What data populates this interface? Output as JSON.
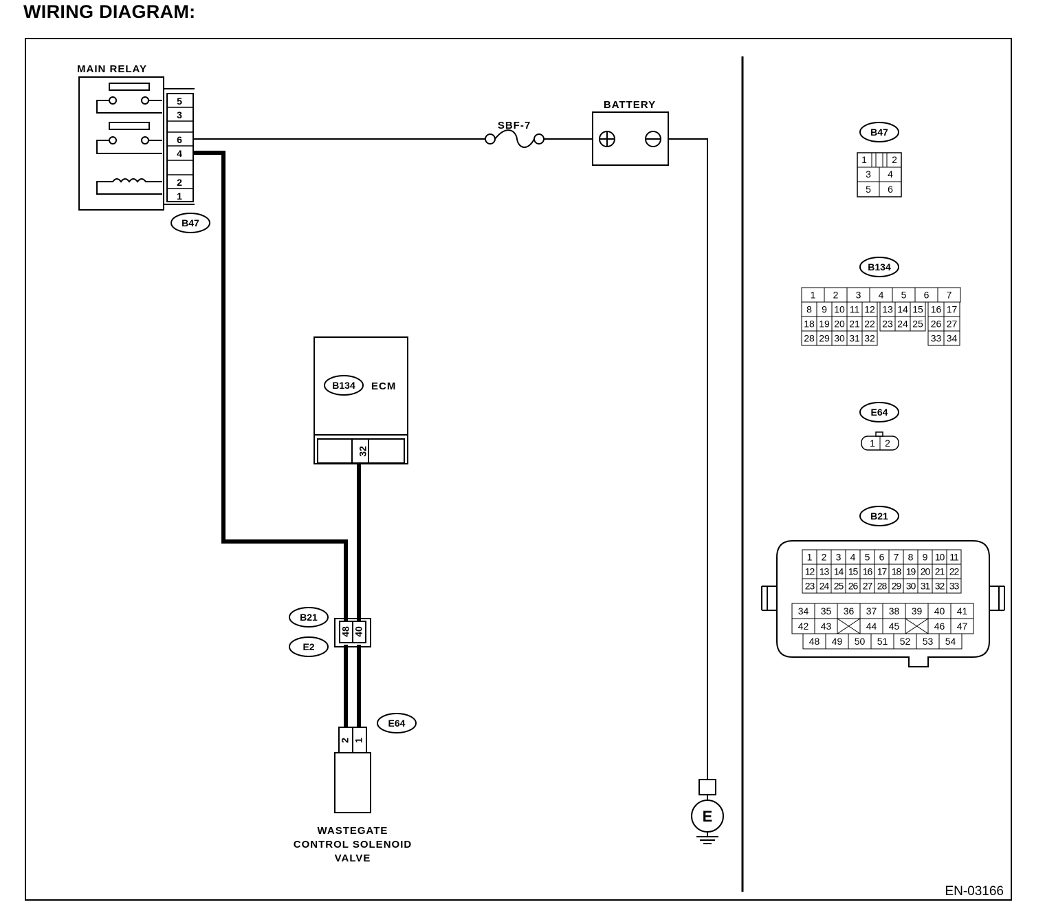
{
  "title": "WIRING DIAGRAM:",
  "ref_code": "EN-03166",
  "components": {
    "main_relay": {
      "label": "MAIN RELAY",
      "connector": "B47",
      "pins": [
        "5",
        "3",
        "6",
        "4",
        "2",
        "1"
      ]
    },
    "fuse": {
      "label": "SBF-7"
    },
    "battery": {
      "label": "BATTERY"
    },
    "ecm": {
      "label": "ECM",
      "connector": "B134",
      "pin": "32"
    },
    "joint": {
      "connector_upper": "B21",
      "connector_lower": "E2",
      "pins": [
        "48",
        "40"
      ]
    },
    "solenoid": {
      "connector": "E64",
      "pins": [
        "2",
        "1"
      ],
      "label_lines": [
        "WASTEGATE",
        "CONTROL SOLENOID",
        "VALVE"
      ]
    },
    "ground": {
      "label": "E"
    }
  },
  "connector_views": {
    "b47": {
      "name": "B47",
      "rows": [
        [
          "1",
          "2"
        ],
        [
          "3",
          "4"
        ],
        [
          "5",
          "6"
        ]
      ]
    },
    "b134": {
      "name": "B134",
      "rows": [
        [
          "1",
          "2",
          "3",
          "4",
          "5",
          "6",
          "7"
        ],
        [
          "8",
          "9",
          "10",
          "11",
          "12",
          "13",
          "14",
          "15",
          "16",
          "17"
        ],
        [
          "18",
          "19",
          "20",
          "21",
          "22",
          "23",
          "24",
          "25",
          "26",
          "27"
        ],
        [
          "28",
          "29",
          "30",
          "31",
          "32",
          "33",
          "34"
        ]
      ]
    },
    "e64": {
      "name": "E64",
      "pins": [
        "1",
        "2"
      ]
    },
    "b21": {
      "name": "B21",
      "rows": [
        [
          "1",
          "2",
          "3",
          "4",
          "5",
          "6",
          "7",
          "8",
          "9",
          "10",
          "11"
        ],
        [
          "12",
          "13",
          "14",
          "15",
          "16",
          "17",
          "18",
          "19",
          "20",
          "21",
          "22"
        ],
        [
          "23",
          "24",
          "25",
          "26",
          "27",
          "28",
          "29",
          "30",
          "31",
          "32",
          "33"
        ],
        [
          "34",
          "35",
          "36",
          "37",
          "38",
          "39",
          "40",
          "41"
        ],
        [
          "42",
          "43",
          "44",
          "45",
          "46",
          "47"
        ],
        [
          "48",
          "49",
          "50",
          "51",
          "52",
          "53",
          "54"
        ]
      ]
    }
  }
}
